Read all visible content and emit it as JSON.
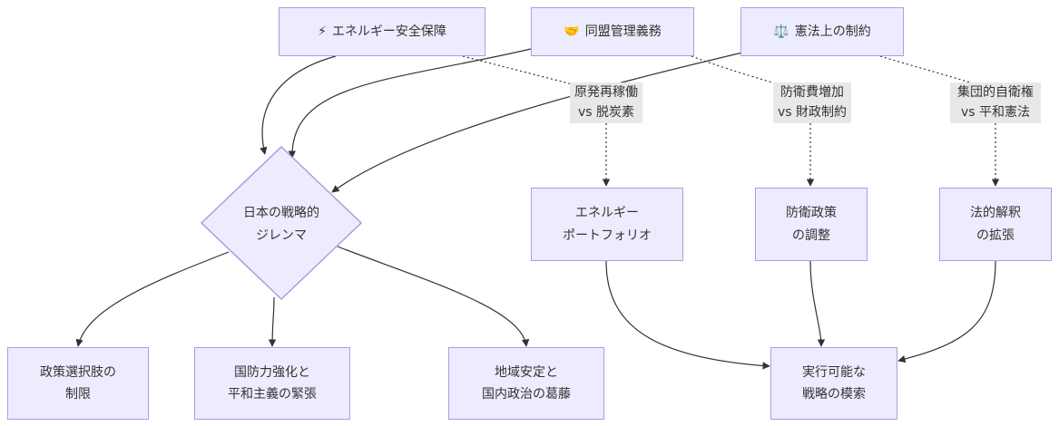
{
  "colors": {
    "node_fill": "#ececfe",
    "node_border": "#a99de0",
    "edge": "#333333",
    "edge_label_bg": "#e8e8e8",
    "text": "#333333"
  },
  "top": {
    "energy": {
      "icon": "lightning-icon",
      "glyph": "⚡",
      "label": "エネルギー安全保障"
    },
    "alliance": {
      "icon": "handshake-icon",
      "glyph": "🤝",
      "label": "同盟管理義務"
    },
    "const": {
      "icon": "scales-icon",
      "glyph": "⚖️",
      "label": "憲法上の制約"
    }
  },
  "dilemma": {
    "line1": "日本の戦略的",
    "line2": "ジレンマ"
  },
  "edge_labels": {
    "nuclear": {
      "line1": "原発再稼働",
      "line2": "vs 脱炭素"
    },
    "defense": {
      "line1": "防衛費増加",
      "line2": "vs 財政制約"
    },
    "collective": {
      "line1": "集団的自衛権",
      "line2": "vs 平和憲法"
    }
  },
  "mid": {
    "portfolio": {
      "line1": "エネルギー",
      "line2": "ポートフォリオ"
    },
    "defense_adj": {
      "line1": "防衛政策",
      "line2": "の調整"
    },
    "legal": {
      "line1": "法的解釈",
      "line2": "の拡張"
    }
  },
  "bottom": {
    "policy": {
      "line1": "政策選択肢の",
      "line2": "制限"
    },
    "tension": {
      "line1": "国防力強化と",
      "line2": "平和主義の緊張"
    },
    "regional": {
      "line1": "地域安定と",
      "line2": "国内政治の葛藤"
    },
    "strategy": {
      "line1": "実行可能な",
      "line2": "戦略の模索"
    }
  }
}
